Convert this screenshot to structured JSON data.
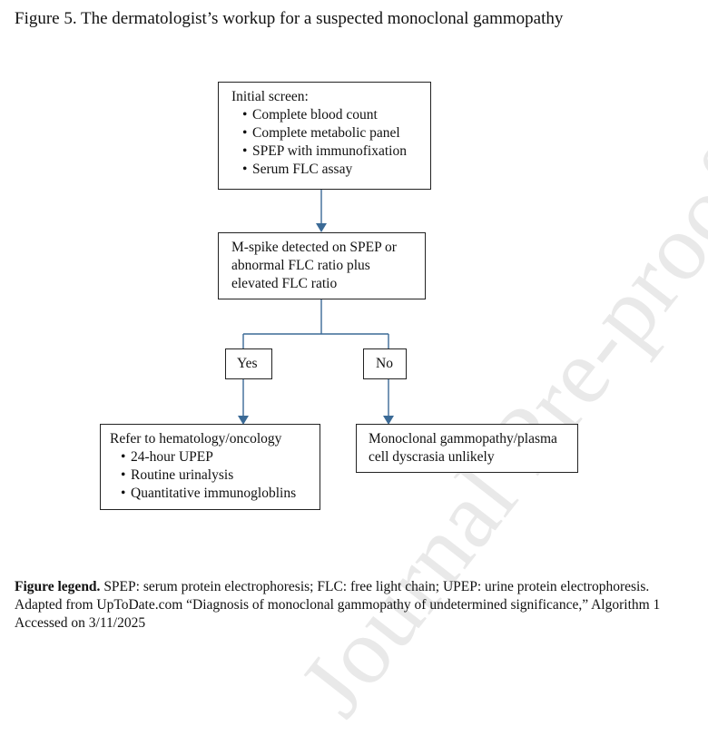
{
  "figure_title": "Figure 5. The dermatologist’s workup for a suspected monoclonal gammopathy",
  "watermark": "Journal Pre-proof",
  "flowchart": {
    "initial_screen": {
      "heading": "Initial screen:",
      "items": [
        "Complete blood count",
        "Complete metabolic panel",
        "SPEP with immunofixation",
        "Serum FLC assay"
      ]
    },
    "criterion": {
      "lines": [
        "M-spike detected on SPEP or",
        "abnormal FLC ratio plus",
        "elevated FLC ratio"
      ]
    },
    "yes_label": "Yes",
    "no_label": "No",
    "refer": {
      "heading": "Refer to hematology/oncology",
      "items": [
        "24-hour UPEP",
        "Routine urinalysis",
        "Quantitative immunogloblins"
      ]
    },
    "unlikely": {
      "lines": [
        "Monoclonal gammopathy/plasma",
        "cell dyscrasia unlikely"
      ]
    },
    "colors": {
      "connector": "#3b6a96",
      "box_border": "#222222",
      "watermark": "#e9e9e9"
    }
  },
  "legend": {
    "label": "Figure legend.",
    "line1_text": " SPEP: serum protein electrophoresis; FLC: free light chain; UPEP: urine protein electrophoresis.",
    "line2": "Adapted from UpToDate.com “Diagnosis of monoclonal gammopathy of undetermined significance,” Algorithm 1",
    "line3": "Accessed on 3/11/2025"
  }
}
